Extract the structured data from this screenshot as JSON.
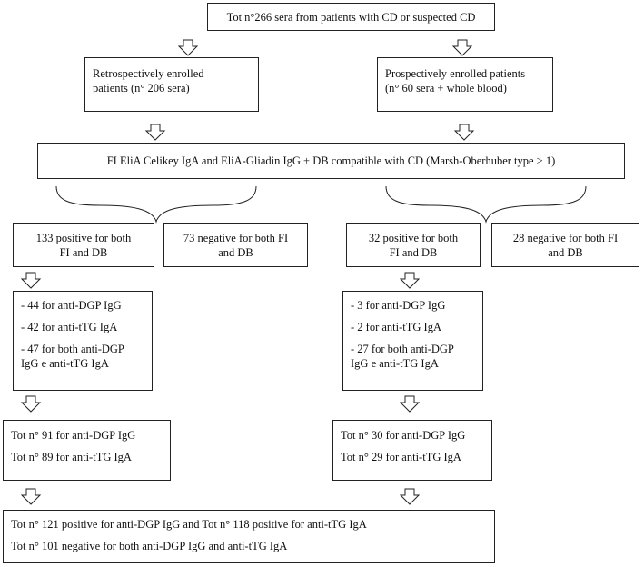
{
  "top": "Tot n°266 sera from patients with CD or suspected CD",
  "retro": [
    "Retrospectively enrolled",
    "patients (n° 206 sera)"
  ],
  "prosp": [
    "Prospectively enrolled patients",
    "(n° 60 sera + whole blood)"
  ],
  "criteria": "FI EliA Celikey IgA and EliA-Gliadin IgG + DB compatible with CD (Marsh-Oberhuber type > 1)",
  "left": {
    "pos": [
      "133 positive for both",
      "FI and DB"
    ],
    "neg": [
      "73 negative for both FI",
      "and DB"
    ],
    "detail": [
      "- 44 for anti-DGP IgG",
      "- 42 for anti-tTG IgA",
      "- 47 for both anti-DGP",
      "IgG e anti-tTG IgA"
    ],
    "tot": [
      "Tot n° 91 for anti-DGP IgG",
      "Tot n° 89 for anti-tTG IgA"
    ]
  },
  "right": {
    "pos": [
      "32 positive for both",
      "FI and DB"
    ],
    "neg": [
      "28 negative for both FI",
      "and DB"
    ],
    "detail": [
      "- 3 for anti-DGP IgG",
      "- 2 for anti-tTG IgA",
      "- 27 for both anti-DGP",
      "IgG e anti-tTG IgA"
    ],
    "tot": [
      "Tot n° 30 for anti-DGP IgG",
      "Tot n° 29 for anti-tTG IgA"
    ]
  },
  "final": [
    "Tot n° 121 positive for anti-DGP IgG and Tot n° 118 positive for anti-tTG IgA",
    "Tot n° 101 negative for both anti-DGP IgG and anti-tTG IgA"
  ]
}
